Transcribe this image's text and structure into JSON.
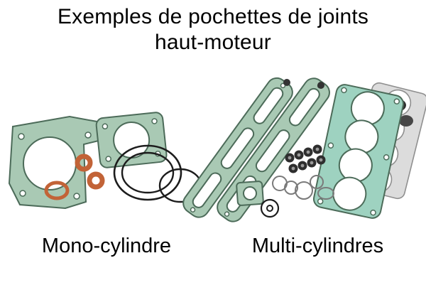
{
  "title": {
    "line1": "Exemples de pochettes de joints",
    "line2": "haut-moteur"
  },
  "labels": {
    "mono": "Mono-cylindre",
    "multi": "Multi-cylindres"
  },
  "colors": {
    "background": "#ffffff",
    "gasket_green": "#a9c9b4",
    "gasket_teal": "#9ed2c0",
    "gasket_outline": "#4c6b59",
    "oring_orange": "#c26337",
    "ring_black": "#1c1c1c",
    "gray_gasket": "#dcdcdc",
    "rubber_dark": "#2e2e2e"
  }
}
